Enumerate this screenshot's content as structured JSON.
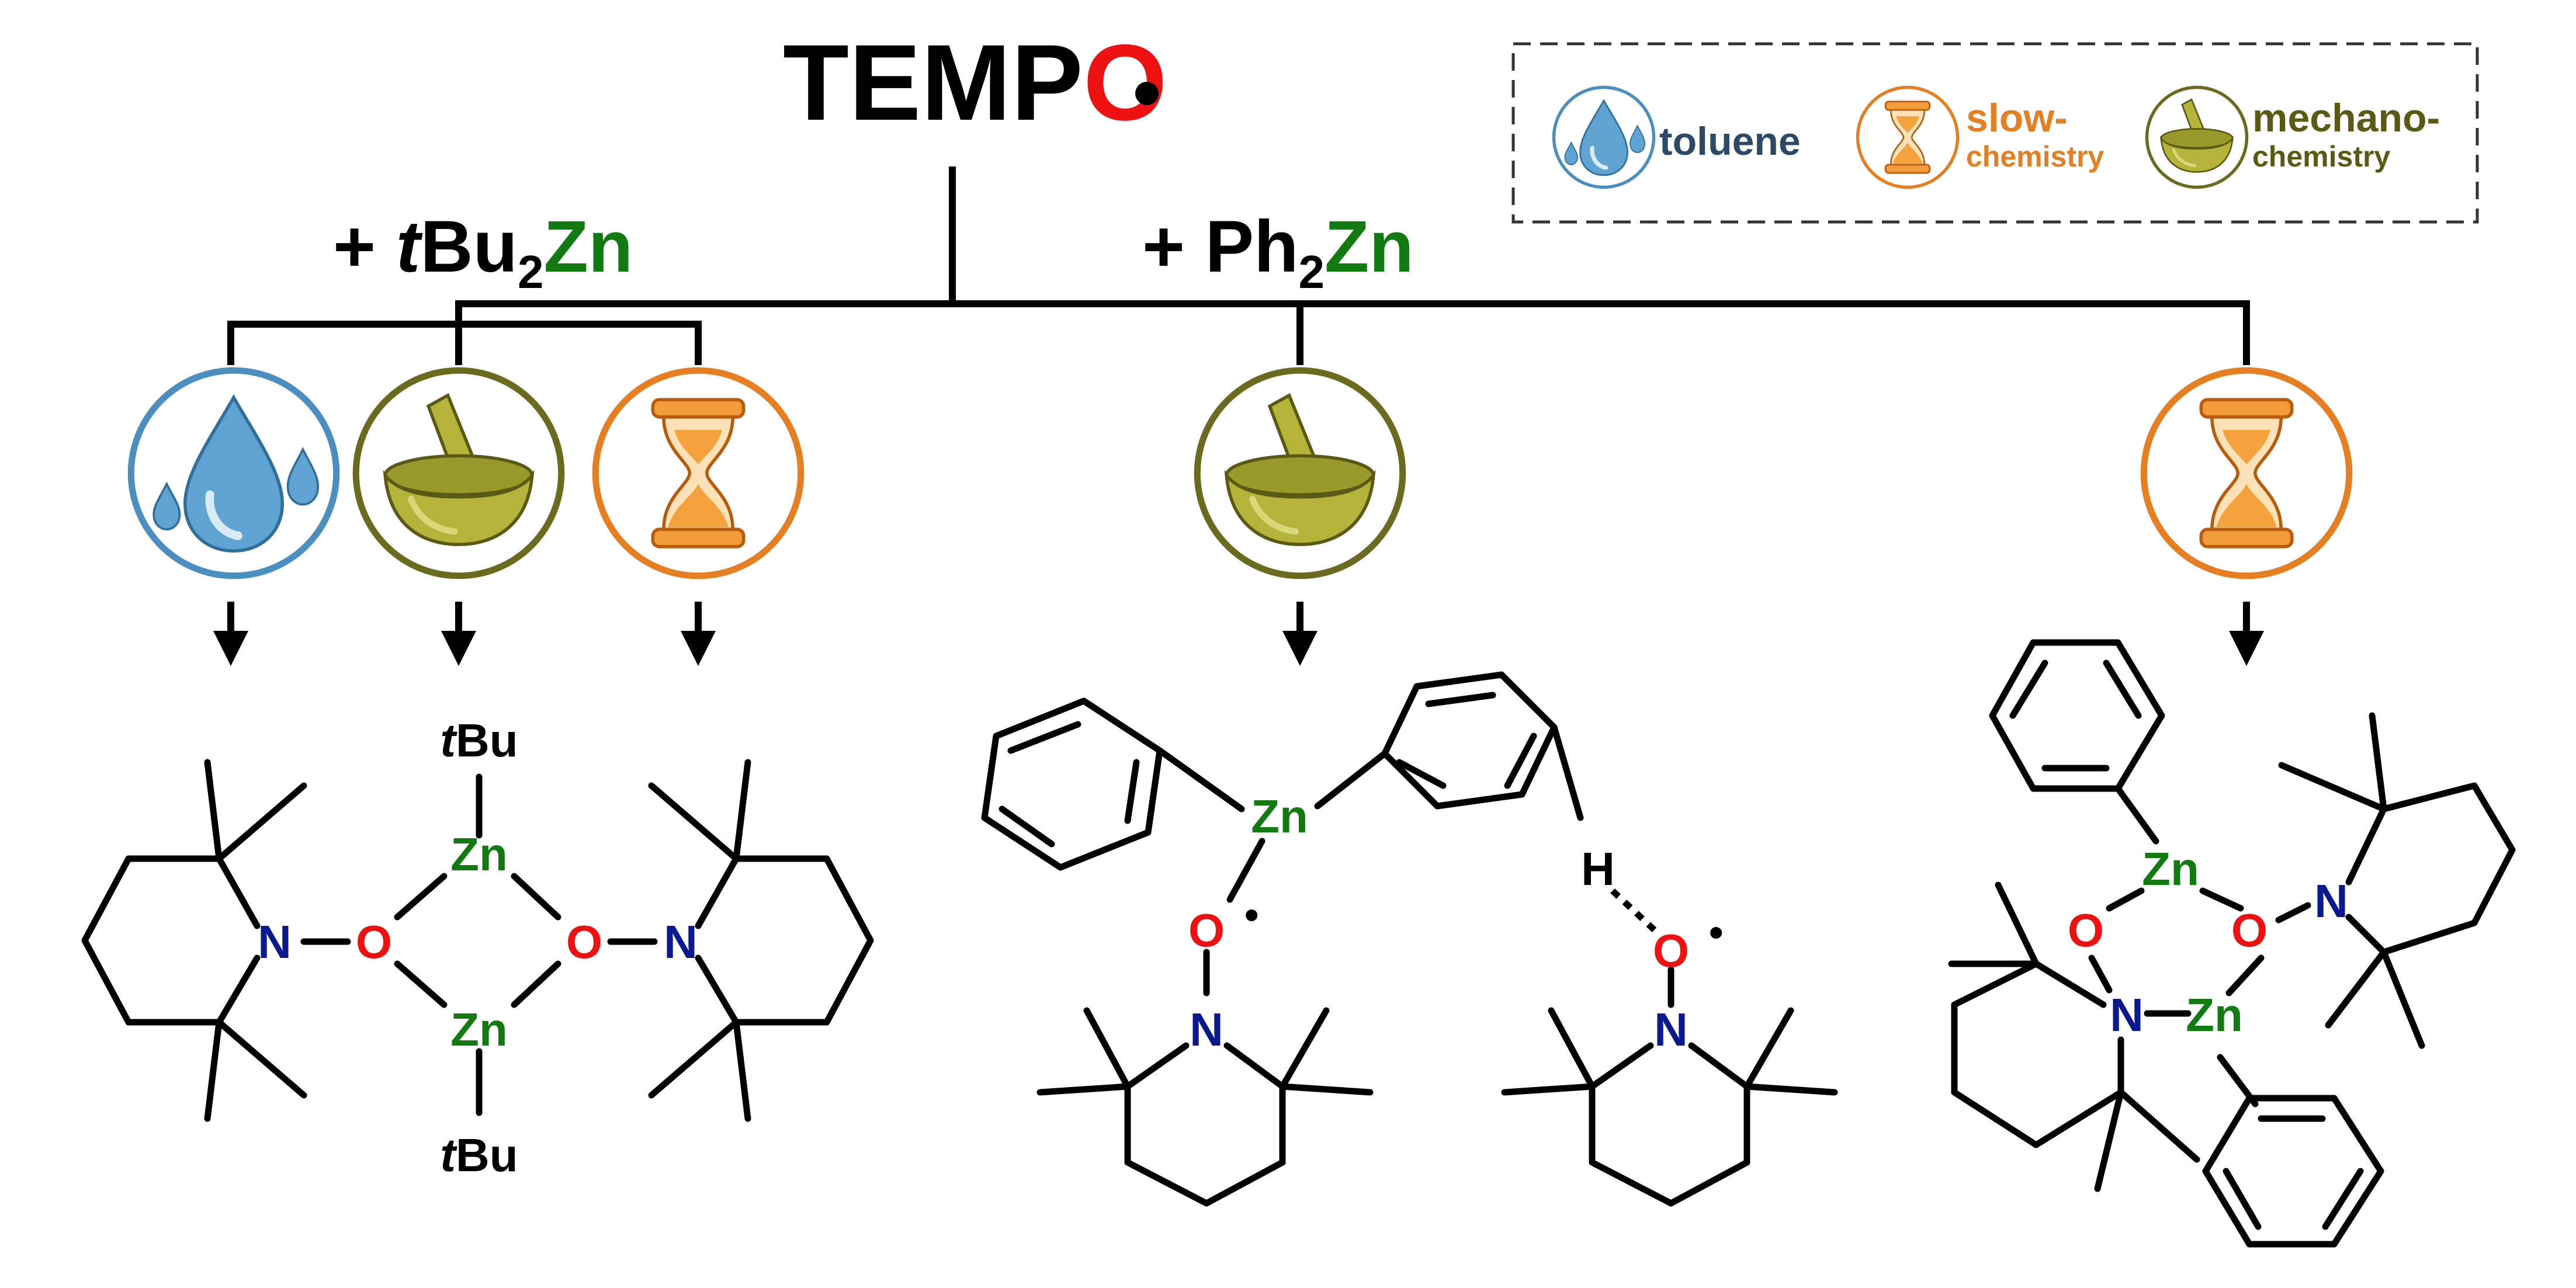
{
  "title": {
    "main": "TEMP",
    "oxygen": "O",
    "radical": "•"
  },
  "colors": {
    "oxygen": "#ee1111",
    "zinc": "#117a11",
    "nitrogen": "#0a1a8c",
    "toluene": "#4a8fbf",
    "slow": "#e67e22",
    "mechano": "#6b6b1f"
  },
  "reagents": {
    "left": {
      "plus": "+ ",
      "t": "t",
      "bu": "Bu",
      "sub": "2",
      "zn": "Zn"
    },
    "right": {
      "plus": "+ Ph",
      "sub": "2",
      "zn": "Zn"
    }
  },
  "legend": {
    "items": [
      {
        "icon": "water-drop-icon",
        "line1": "toluene",
        "line2": ""
      },
      {
        "icon": "hourglass-icon",
        "line1": "slow-",
        "line2": "chemistry"
      },
      {
        "icon": "mortar-pestle-icon",
        "line1": "mechano-",
        "line2": "chemistry"
      }
    ]
  },
  "conditions": [
    {
      "icon": "water-drop-icon",
      "meaning": "toluene"
    },
    {
      "icon": "mortar-pestle-icon",
      "meaning": "mechanochemistry"
    },
    {
      "icon": "hourglass-icon",
      "meaning": "slow-chemistry"
    },
    {
      "icon": "mortar-pestle-icon",
      "meaning": "mechanochemistry"
    },
    {
      "icon": "hourglass-icon",
      "meaning": "slow-chemistry"
    }
  ],
  "atoms": {
    "N": "N",
    "O": "O",
    "Zn": "Zn",
    "H": "H",
    "t": "t",
    "Bu": "Bu",
    "dot": "•"
  }
}
